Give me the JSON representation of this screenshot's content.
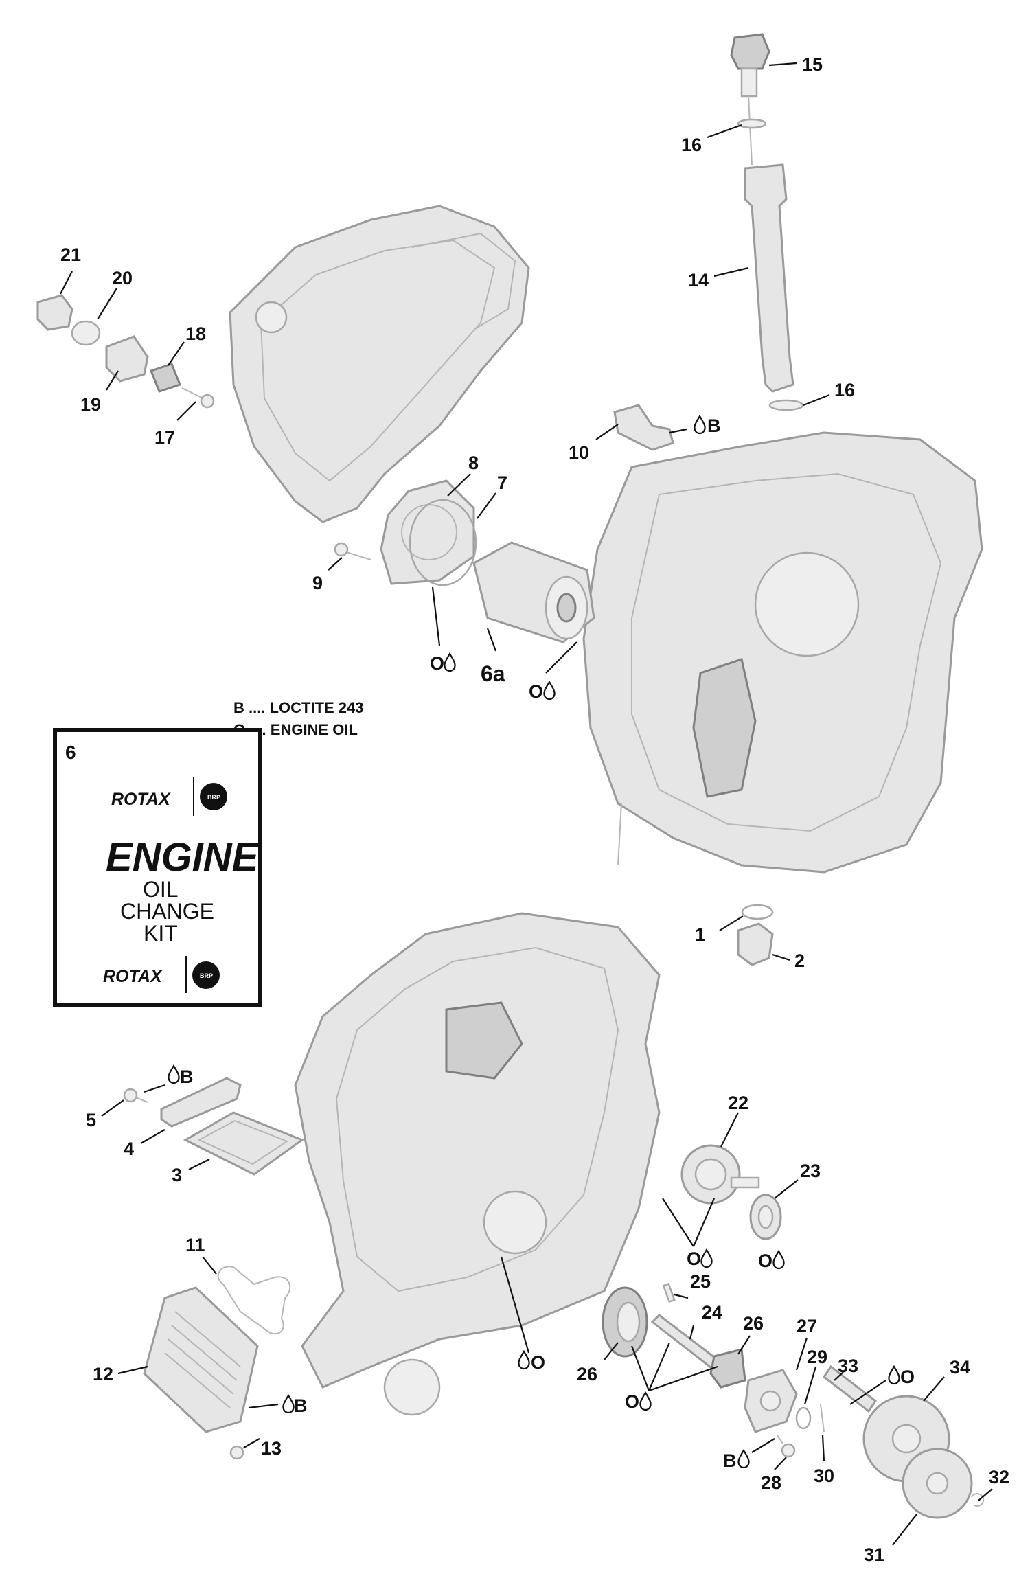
{
  "legend": {
    "line_b": "B .... LOCTITE 243",
    "line_o": "O .... ENGINE OIL"
  },
  "kit": {
    "number": "6",
    "brand_top": "ROTAX",
    "title": "ENGINE",
    "line1": "OIL",
    "line2": "CHANGE",
    "line3": "KIT",
    "brand_bottom": "ROTAX",
    "logo_text": "BRP"
  },
  "callouts": {
    "c1": "1",
    "c2": "2",
    "c3": "3",
    "c4": "4",
    "c5": "5",
    "c6a": "6a",
    "c7": "7",
    "c8": "8",
    "c9": "9",
    "c10": "10",
    "c11": "11",
    "c12": "12",
    "c13": "13",
    "c14": "14",
    "c15": "15",
    "c16a": "16",
    "c16b": "16",
    "c17": "17",
    "c18": "18",
    "c19": "19",
    "c20": "20",
    "c21": "21",
    "c22": "22",
    "c23": "23",
    "c24": "24",
    "c25": "25",
    "c26a": "26",
    "c26b": "26",
    "c27": "27",
    "c28": "28",
    "c29": "29",
    "c30": "30",
    "c31": "31",
    "c32": "32",
    "c33": "33",
    "c34": "34"
  },
  "symbols": {
    "oil": "O",
    "loctite": "B"
  }
}
